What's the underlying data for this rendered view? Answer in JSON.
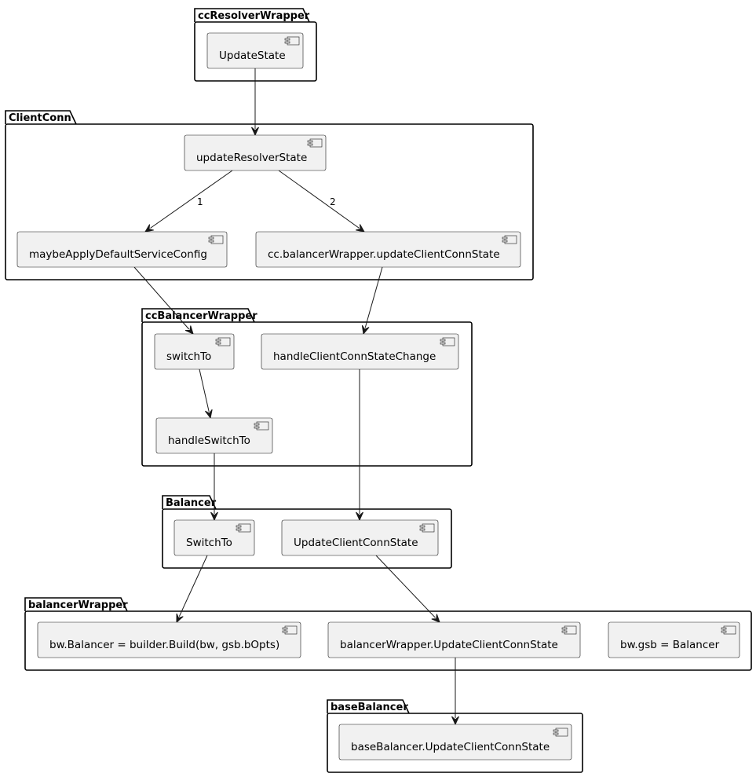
{
  "packages": [
    {
      "id": "ccResolverWrapper",
      "label": "ccResolverWrapper"
    },
    {
      "id": "ClientConn",
      "label": "ClientConn"
    },
    {
      "id": "ccBalancerWrapper",
      "label": "ccBalancerWrapper"
    },
    {
      "id": "Balancer",
      "label": "Balancer"
    },
    {
      "id": "balancerWrapper",
      "label": "balancerWrapper"
    },
    {
      "id": "baseBalancer",
      "label": "baseBalancer"
    }
  ],
  "components": [
    {
      "id": "UpdateState",
      "label": "UpdateState",
      "package": "ccResolverWrapper"
    },
    {
      "id": "updateResolverState",
      "label": "updateResolverState",
      "package": "ClientConn"
    },
    {
      "id": "maybeApplyDefaultServiceConfig",
      "label": "maybeApplyDefaultServiceConfig",
      "package": "ClientConn"
    },
    {
      "id": "ccUpdateClientConnState",
      "label": "cc.balancerWrapper.updateClientConnState",
      "package": "ClientConn"
    },
    {
      "id": "switchTo",
      "label": "switchTo",
      "package": "ccBalancerWrapper"
    },
    {
      "id": "handleClientConnStateChange",
      "label": "handleClientConnStateChange",
      "package": "ccBalancerWrapper"
    },
    {
      "id": "handleSwitchTo",
      "label": "handleSwitchTo",
      "package": "ccBalancerWrapper"
    },
    {
      "id": "SwitchTo",
      "label": "SwitchTo",
      "package": "Balancer"
    },
    {
      "id": "UpdateClientConnState",
      "label": "UpdateClientConnState",
      "package": "Balancer"
    },
    {
      "id": "bwBuild",
      "label": "bw.Balancer = builder.Build(bw, gsb.bOpts)",
      "package": "balancerWrapper"
    },
    {
      "id": "bwUpdateClientConnState",
      "label": "balancerWrapper.UpdateClientConnState",
      "package": "balancerWrapper"
    },
    {
      "id": "bwGsb",
      "label": "bw.gsb = Balancer",
      "package": "balancerWrapper"
    },
    {
      "id": "baseUpdateClientConnState",
      "label": "baseBalancer.UpdateClientConnState",
      "package": "baseBalancer"
    }
  ],
  "edges": [
    {
      "from": "UpdateState",
      "to": "updateResolverState",
      "label": ""
    },
    {
      "from": "updateResolverState",
      "to": "maybeApplyDefaultServiceConfig",
      "label": "1"
    },
    {
      "from": "updateResolverState",
      "to": "ccUpdateClientConnState",
      "label": "2"
    },
    {
      "from": "maybeApplyDefaultServiceConfig",
      "to": "switchTo",
      "label": ""
    },
    {
      "from": "ccUpdateClientConnState",
      "to": "handleClientConnStateChange",
      "label": ""
    },
    {
      "from": "switchTo",
      "to": "handleSwitchTo",
      "label": ""
    },
    {
      "from": "handleSwitchTo",
      "to": "SwitchTo",
      "label": ""
    },
    {
      "from": "handleClientConnStateChange",
      "to": "UpdateClientConnState",
      "label": ""
    },
    {
      "from": "SwitchTo",
      "to": "bwBuild",
      "label": ""
    },
    {
      "from": "UpdateClientConnState",
      "to": "bwUpdateClientConnState",
      "label": ""
    },
    {
      "from": "bwUpdateClientConnState",
      "to": "baseUpdateClientConnState",
      "label": ""
    }
  ]
}
